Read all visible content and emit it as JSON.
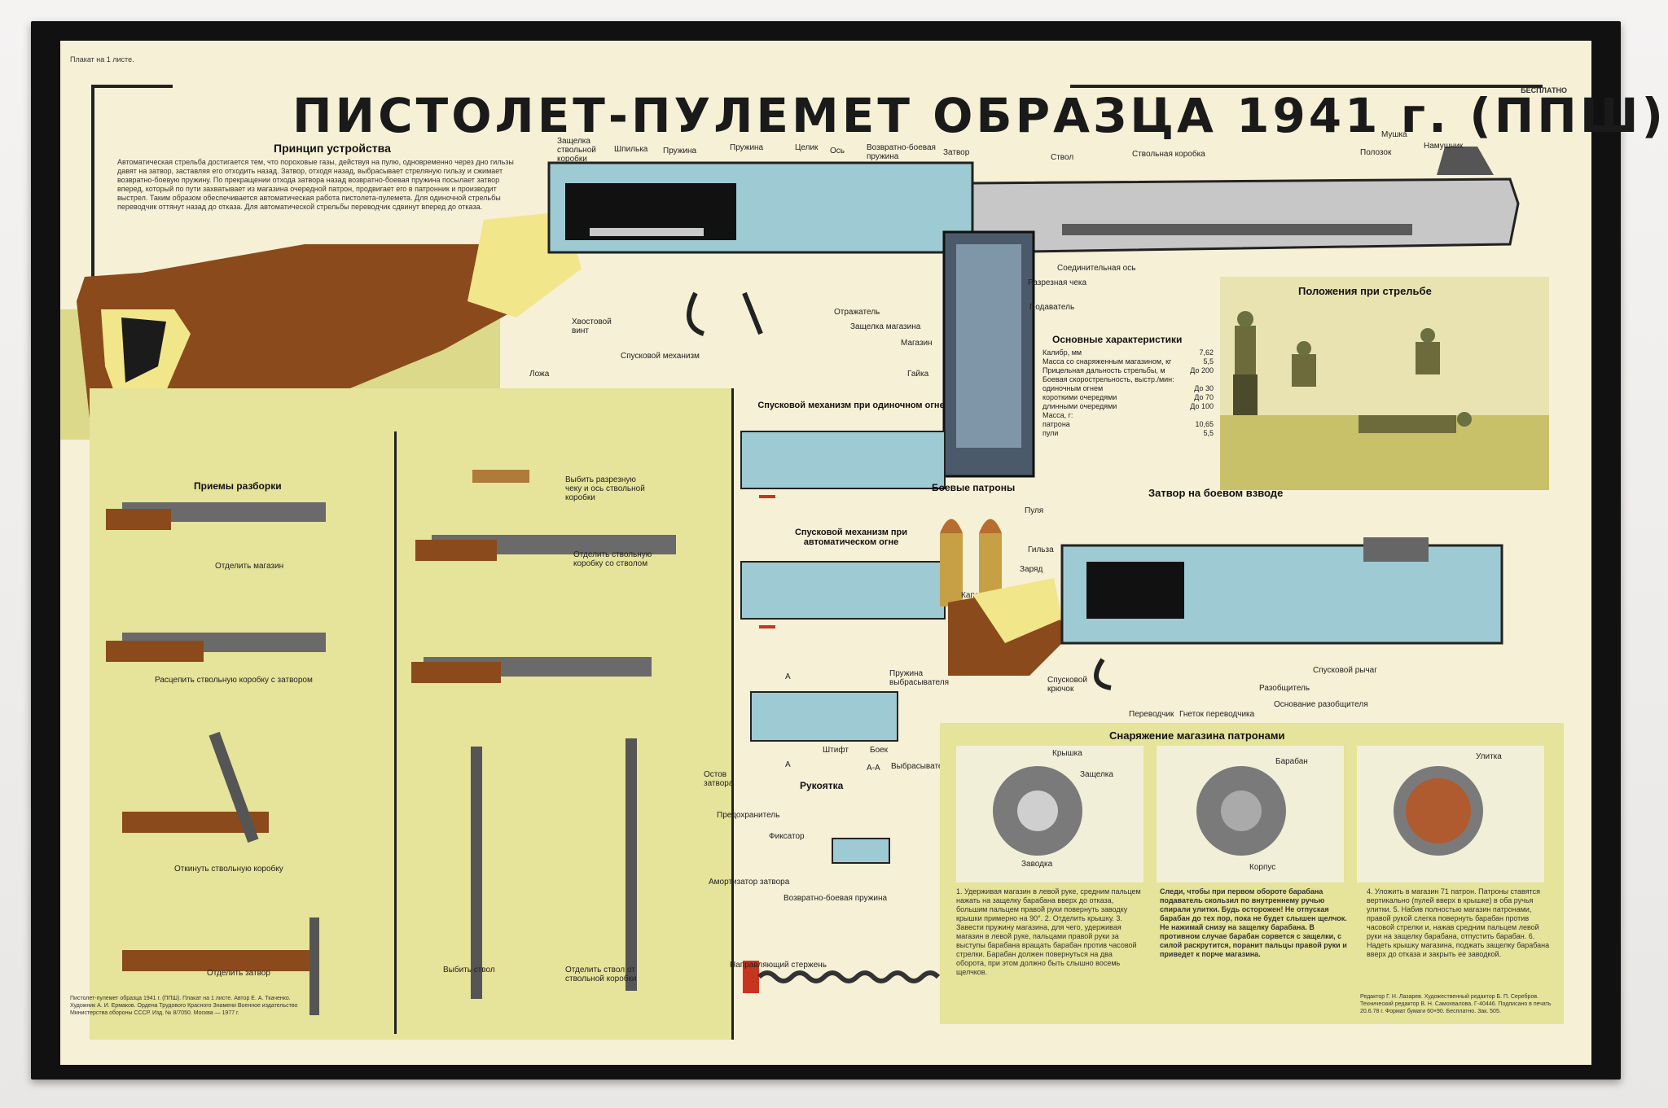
{
  "poster": {
    "top_left_note": "Плакат на 1 листе.",
    "top_right_note": "БЕСПЛАТНО",
    "title": "ПИСТОЛЕТ-ПУЛЕМЕТ ОБРАЗЦА 1941 г. (ППШ)"
  },
  "principle": {
    "heading": "Принцип устройства",
    "text": "Автоматическая стрельба достигается тем, что пороховые газы, действуя на пулю, одновременно через дно гильзы давят на затвор, заставляя его отходить назад. Затвор, отходя назад, выбрасывает стреляную гильзу и сжимает возвратно-боевую пружину. По прекращении отхода затвора назад возвратно-боевая пружина посылает затвор вперед, который по пути захватывает из магазина очередной патрон, продвигает его в патронник и производит выстрел. Таким образом обеспечивается автоматическая работа пистолета-пулемета. Для одиночной стрельбы переводчик оттянут назад до отказа. Для автоматической стрельбы переводчик сдвинут вперед до отказа."
  },
  "main_labels": {
    "zashchelka": "Защелка ствольной коробки",
    "shpilka": "Шпилька",
    "pruzhina1": "Пружина",
    "pruzhina2": "Пружина",
    "tselik": "Целик",
    "os": "Ось",
    "vozvratno": "Возвратно-боевая пружина",
    "zatvor": "Затвор",
    "stvol": "Ствол",
    "stvolnaya": "Ствольная коробка",
    "mushka": "Мушка",
    "polozok": "Полозок",
    "namushnik": "Намушник",
    "soedinitelnaya": "Соединительная ось",
    "razreznaya": "Разрезная чека",
    "podavatel": "Подаватель",
    "otrazhatel": "Отражатель",
    "zashchelka_magazina": "Защелка магазина",
    "magazin": "Магазин",
    "gayka": "Гайка",
    "khvostovoy": "Хвостовой винт",
    "spuskovoy": "Спусковой механизм",
    "lozha": "Ложа"
  },
  "positions": {
    "heading": "Положения при стрельбе"
  },
  "characteristics": {
    "heading": "Основные характеристики",
    "rows": [
      {
        "label": "Калибр, мм",
        "value": "7,62"
      },
      {
        "label": "Масса со снаряженным магазином, кг",
        "value": "5,5"
      },
      {
        "label": "Прицельная дальность стрельбы, м",
        "value": "До 200"
      },
      {
        "label": "Боевая скорострельность, выстр./мин:",
        "value": ""
      },
      {
        "label": "одиночным огнем",
        "value": "До 30"
      },
      {
        "label": "короткими очередями",
        "value": "До 70"
      },
      {
        "label": "длинными очередями",
        "value": "До 100"
      },
      {
        "label": "Масса, г:",
        "value": ""
      },
      {
        "label": "патрона",
        "value": "10,65"
      },
      {
        "label": "пули",
        "value": "5,5"
      }
    ]
  },
  "disassembly": {
    "heading": "Приемы разборки",
    "captions": [
      "Отделить магазин",
      "Расцепить ствольную коробку с затвором",
      "Откинуть ствольную коробку",
      "Отделить затвор",
      "Выбить разрезную чеку и ось ствольной коробки",
      "Отделить ствольную коробку со стволом",
      "Выбить ствол",
      "Отделить ствол от ствольной коробки"
    ]
  },
  "trigger": {
    "single": "Спусковой механизм при одиночном огне",
    "auto": "Спусковой механизм при автоматическом огне"
  },
  "bolt_detail": {
    "labels": [
      "Пружина выбрасывателя",
      "Остов затвора",
      "Штифт",
      "Боек",
      "Выбрасыватель",
      "A",
      "A",
      "A-A"
    ],
    "handle_heading": "Рукоятка",
    "handle_labels": [
      "Предохранитель",
      "Фиксатор"
    ]
  },
  "spring": {
    "labels": [
      "Амортизатор затвора",
      "Возвратно-боевая пружина",
      "Направляющий стержень"
    ]
  },
  "cartridges": {
    "heading": "Боевые патроны",
    "labels": [
      "Пуля",
      "Гильза",
      "Заряд",
      "Капсюль"
    ]
  },
  "cocked": {
    "heading": "Затвор на боевом взводе",
    "labels": [
      "Спусковой крючок",
      "Переводчик",
      "Гнеток переводчика",
      "Основание разобщителя",
      "Разобщитель",
      "Спусковой рычаг"
    ]
  },
  "loading": {
    "heading": "Снаряжение магазина патронами",
    "labels": [
      "Крышка",
      "Защелка",
      "Заводка",
      "Барабан",
      "Корпус",
      "Улитка"
    ],
    "col1": "1. Удерживая магазин в левой руке, средним пальцем нажать на защелку барабана вверх до отказа, большим пальцем правой руки повернуть заводку крышки примерно на 90°. 2. Отделить крышку. 3. Завести пружину магазина, для чего, удерживая магазин в левой руке, пальцами правой руки за выступы барабана вращать барабан против часовой стрелки. Барабан должен повернуться на два оборота, при этом должно быть слышно восемь щелчков.",
    "col2": "Следи, чтобы при первом обороте барабана подаватель скользил по внутреннему ручью спирали улитки. Будь осторожен! Не отпуская барабан до тех пор, пока не будет слышен щелчок. Не нажимай снизу на защелку барабана. В противном случае барабан сорвется с защелки, с силой раскрутится, поранит пальцы правой руки и приведет к порче магазина.",
    "col3": "4. Уложить в магазин 71 патрон. Патроны ставятся вертикально (пулей вверх в крышке) в оба ручья улитки. 5. Набив полностью магазин патронами, правой рукой слегка повернуть барабан против часовой стрелки и, нажав средним пальцем левой руки на защелку барабана, отпустить барабан. 6. Надеть крышку магазина, поджать защелку барабана вверх до отказа и закрыть ее заводкой."
  },
  "footer": {
    "left": "Пистолет-пулемет образца 1941 г. (ППШ). Плакат на 1 листе. Автор Е. А. Ткаченко. Художник А. И. Ермаков. Ордена Трудового Красного Знамени Военное издательство Министерства обороны СССР. Изд. № 8/7050. Москва — 1977 г.",
    "right": "Редактор Г. Н. Лазарев. Художественный редактор Б. П. Серебров. Технический редактор В. Н. Самохвалова. Г-40446. Подписано в печать 20.6.78 г. Формат бумаги 60×90. Бесплатно. Зак. 505."
  }
}
